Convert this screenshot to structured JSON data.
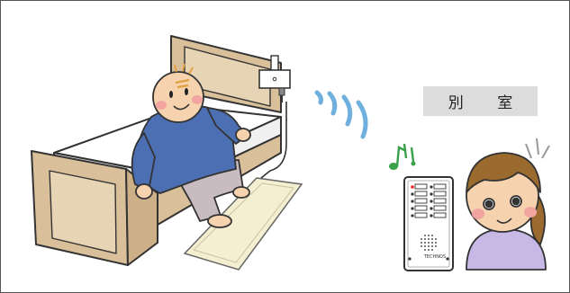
{
  "scene": {
    "room_label": "別 室",
    "receiver_brand": "TECHNOS"
  },
  "icons": {
    "bed": "bed-illustration",
    "patient": "elderly-man-illustration",
    "sensor_mat": "floor-sensor-mat",
    "transmitter": "wall-transmitter-box",
    "signal": "wireless-signal-waves",
    "note": "music-note-icon",
    "receiver": "nurse-call-receiver-panel",
    "caregiver": "caregiver-girl-illustration"
  },
  "colors": {
    "bed_frame": "#d9c09a",
    "bed_frame_stroke": "#333333",
    "shirt": "#4c6fb3",
    "pants": "#c8bcc0",
    "mat": "#f5efd1",
    "signal": "#6fb0de",
    "note": "#3aa04a",
    "girl_shirt": "#c8b8e6",
    "girl_hair": "#9a6a2e",
    "label_bg": "#dcdcdc"
  }
}
